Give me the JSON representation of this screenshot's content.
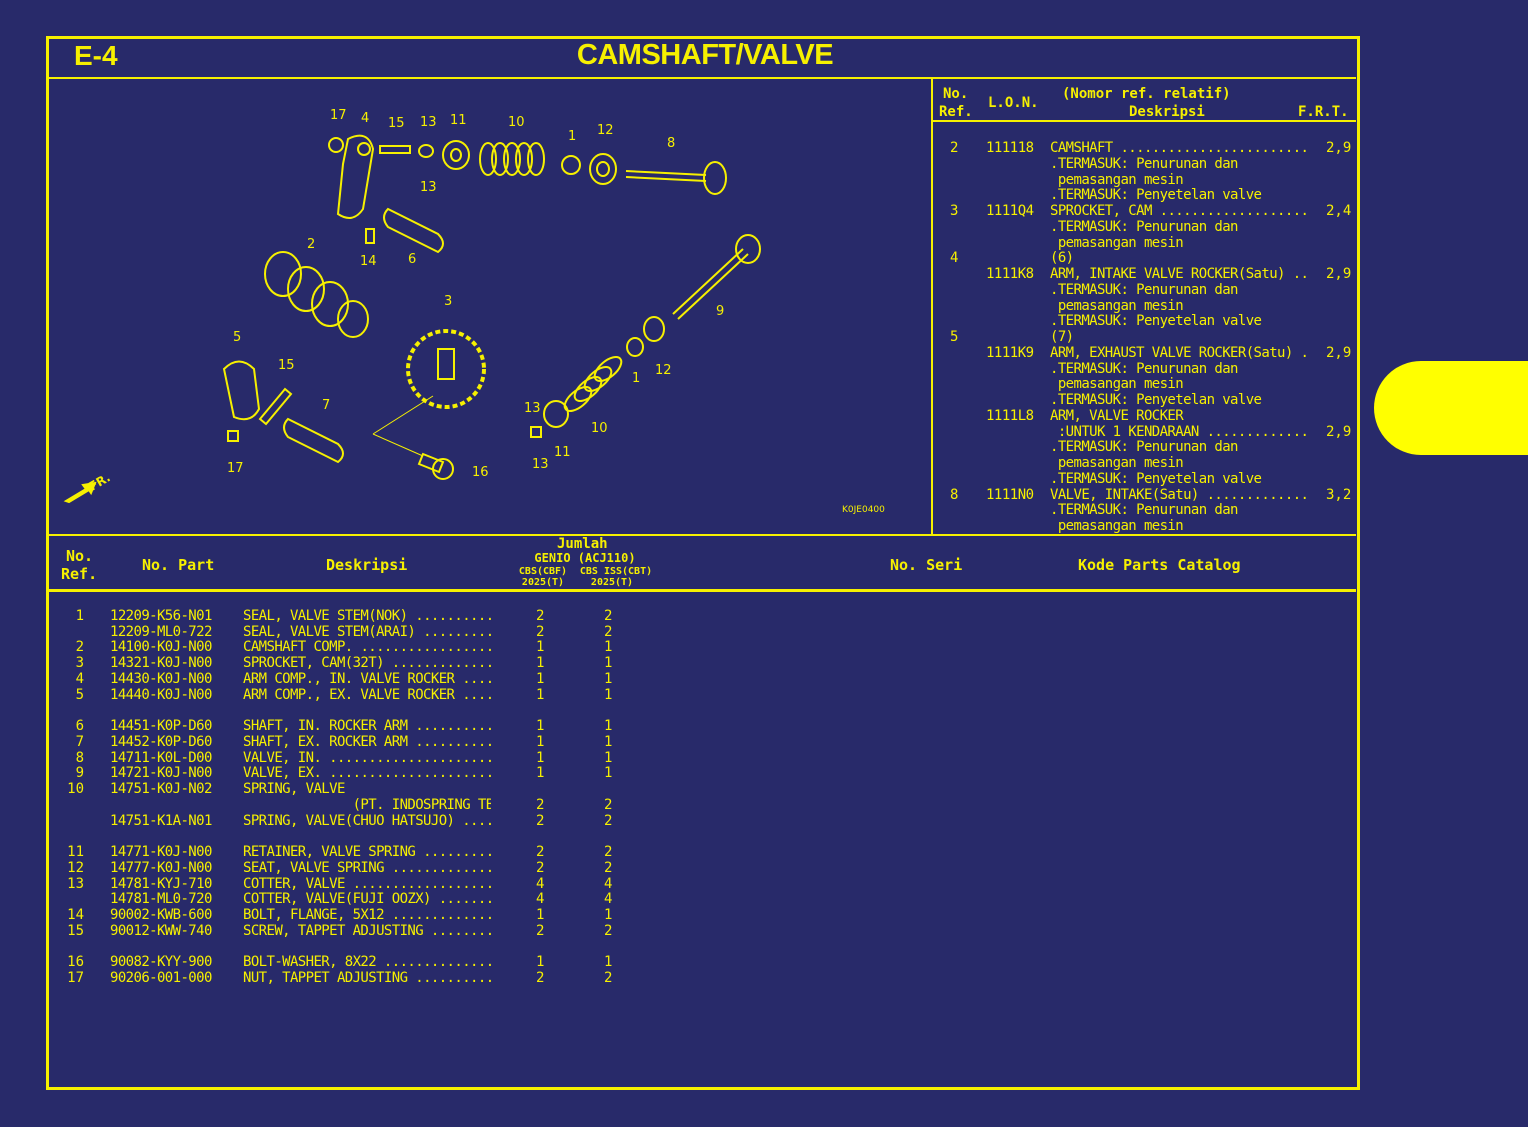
{
  "header": {
    "code": "E-4",
    "title": "CAMSHAFT/VALVE"
  },
  "diagram": {
    "callouts": [
      "17",
      "4",
      "15",
      "13",
      "11",
      "10",
      "1",
      "12",
      "8",
      "13",
      "14",
      "6",
      "2",
      "9",
      "3",
      "5",
      "15",
      "7",
      "17",
      "1",
      "12",
      "13",
      "10",
      "11",
      "13",
      "16"
    ],
    "figure_code": "K0JE0400",
    "front_label": "FR."
  },
  "frt_table": {
    "headers": {
      "ref_1": "No.",
      "ref_2": "Ref.",
      "lon": "L.O.N.",
      "desc_1": "(Nomor ref. relatif)",
      "desc_2": "Deskripsi",
      "frt": "F.R.T."
    },
    "lines": [
      {
        "ref": "2",
        "lon": "111118",
        "desc": "CAMSHAFT",
        "frt": "2,9",
        "lead": true
      },
      {
        "ref": "",
        "lon": "",
        "desc": ".TERMASUK: Penurunan dan",
        "frt": ""
      },
      {
        "ref": "",
        "lon": "",
        "desc": " pemasangan mesin",
        "frt": ""
      },
      {
        "ref": "",
        "lon": "",
        "desc": ".TERMASUK: Penyetelan valve",
        "frt": ""
      },
      {
        "ref": "3",
        "lon": "1111Q4",
        "desc": "SPROCKET, CAM",
        "frt": "2,4",
        "lead": true
      },
      {
        "ref": "",
        "lon": "",
        "desc": ".TERMASUK: Penurunan dan",
        "frt": ""
      },
      {
        "ref": "",
        "lon": "",
        "desc": " pemasangan mesin",
        "frt": ""
      },
      {
        "ref": "4",
        "lon": "",
        "desc": "(6)",
        "frt": ""
      },
      {
        "ref": "",
        "lon": "1111K8",
        "desc": "ARM, INTAKE VALVE ROCKER(Satu)",
        "frt": "2,9",
        "lead": true
      },
      {
        "ref": "",
        "lon": "",
        "desc": ".TERMASUK: Penurunan dan",
        "frt": ""
      },
      {
        "ref": "",
        "lon": "",
        "desc": " pemasangan mesin",
        "frt": ""
      },
      {
        "ref": "",
        "lon": "",
        "desc": ".TERMASUK: Penyetelan valve",
        "frt": ""
      },
      {
        "ref": "5",
        "lon": "",
        "desc": "(7)",
        "frt": ""
      },
      {
        "ref": "",
        "lon": "1111K9",
        "desc": "ARM, EXHAUST VALVE ROCKER(Satu)",
        "frt": "2,9",
        "lead": true
      },
      {
        "ref": "",
        "lon": "",
        "desc": ".TERMASUK: Penurunan dan",
        "frt": ""
      },
      {
        "ref": "",
        "lon": "",
        "desc": " pemasangan mesin",
        "frt": ""
      },
      {
        "ref": "",
        "lon": "",
        "desc": ".TERMASUK: Penyetelan valve",
        "frt": ""
      },
      {
        "ref": "",
        "lon": "1111L8",
        "desc": "ARM, VALVE ROCKER",
        "frt": ""
      },
      {
        "ref": "",
        "lon": "",
        "desc": " :UNTUK 1 KENDARAAN",
        "frt": "2,9",
        "lead": true
      },
      {
        "ref": "",
        "lon": "",
        "desc": ".TERMASUK: Penurunan dan",
        "frt": ""
      },
      {
        "ref": "",
        "lon": "",
        "desc": " pemasangan mesin",
        "frt": ""
      },
      {
        "ref": "",
        "lon": "",
        "desc": ".TERMASUK: Penyetelan valve",
        "frt": ""
      },
      {
        "ref": "8",
        "lon": "1111N0",
        "desc": "VALVE, INTAKE(Satu)",
        "frt": "3,2",
        "lead": true
      },
      {
        "ref": "",
        "lon": "",
        "desc": ".TERMASUK: Penurunan dan",
        "frt": ""
      },
      {
        "ref": "",
        "lon": "",
        "desc": " pemasangan mesin",
        "frt": ""
      }
    ]
  },
  "parts_table": {
    "headers": {
      "ref_1": "No.",
      "ref_2": "Ref.",
      "part": "No. Part",
      "desc": "Deskripsi",
      "qty_title": "Jumlah",
      "model": "GENIO (ACJ110)",
      "col1_type": "CBS(CBF)",
      "col2_type": "CBS ISS(CBT)",
      "col1_year": "2025(T)",
      "col2_year": "2025(T)",
      "serial": "No. Seri",
      "catalog": "Kode Parts Catalog"
    },
    "rows": [
      {
        "ref": "1",
        "part": "12209-K56-N01",
        "desc": "SEAL, VALVE STEM(NOK)",
        "q1": "2",
        "q2": "2",
        "lead": true
      },
      {
        "ref": "",
        "part": "12209-ML0-722",
        "desc": "SEAL, VALVE STEM(ARAI)",
        "q1": "2",
        "q2": "2",
        "lead": true
      },
      {
        "ref": "2",
        "part": "14100-K0J-N00",
        "desc": "CAMSHAFT COMP.",
        "q1": "1",
        "q2": "1",
        "lead": true
      },
      {
        "ref": "3",
        "part": "14321-K0J-N00",
        "desc": "SPROCKET, CAM(32T)",
        "q1": "1",
        "q2": "1",
        "lead": true
      },
      {
        "ref": "4",
        "part": "14430-K0J-N00",
        "desc": "ARM COMP., IN. VALVE ROCKER",
        "q1": "1",
        "q2": "1",
        "lead": true
      },
      {
        "ref": "5",
        "part": "14440-K0J-N00",
        "desc": "ARM COMP., EX. VALVE ROCKER",
        "q1": "1",
        "q2": "1",
        "lead": true
      },
      null,
      {
        "ref": "6",
        "part": "14451-K0P-D60",
        "desc": "SHAFT, IN. ROCKER ARM",
        "q1": "1",
        "q2": "1",
        "lead": true
      },
      {
        "ref": "7",
        "part": "14452-K0P-D60",
        "desc": "SHAFT, EX. ROCKER ARM",
        "q1": "1",
        "q2": "1",
        "lead": true
      },
      {
        "ref": "8",
        "part": "14711-K0L-D00",
        "desc": "VALVE, IN.",
        "q1": "1",
        "q2": "1",
        "lead": true
      },
      {
        "ref": "9",
        "part": "14721-K0J-N00",
        "desc": "VALVE, EX.",
        "q1": "1",
        "q2": "1",
        "lead": true
      },
      {
        "ref": "10",
        "part": "14751-K0J-N02",
        "desc": "SPRING, VALVE",
        "q1": "",
        "q2": ""
      },
      {
        "ref": "",
        "part": "",
        "desc": "              (PT. INDOSPRING TBK.)",
        "q1": "2",
        "q2": "2"
      },
      {
        "ref": "",
        "part": "14751-K1A-N01",
        "desc": "SPRING, VALVE(CHUO HATSUJO)",
        "q1": "2",
        "q2": "2",
        "lead": true
      },
      null,
      {
        "ref": "11",
        "part": "14771-K0J-N00",
        "desc": "RETAINER, VALVE SPRING",
        "q1": "2",
        "q2": "2",
        "lead": true
      },
      {
        "ref": "12",
        "part": "14777-K0J-N00",
        "desc": "SEAT, VALVE SPRING",
        "q1": "2",
        "q2": "2",
        "lead": true
      },
      {
        "ref": "13",
        "part": "14781-KYJ-710",
        "desc": "COTTER, VALVE",
        "q1": "4",
        "q2": "4",
        "lead": true
      },
      {
        "ref": "",
        "part": "14781-ML0-720",
        "desc": "COTTER, VALVE(FUJI OOZX)",
        "q1": "4",
        "q2": "4",
        "lead": true
      },
      {
        "ref": "14",
        "part": "90002-KWB-600",
        "desc": "BOLT, FLANGE, 5X12",
        "q1": "1",
        "q2": "1",
        "lead": true
      },
      {
        "ref": "15",
        "part": "90012-KWW-740",
        "desc": "SCREW, TAPPET ADJUSTING",
        "q1": "2",
        "q2": "2",
        "lead": true
      },
      null,
      {
        "ref": "16",
        "part": "90082-KYY-900",
        "desc": "BOLT-WASHER, 8X22",
        "q1": "1",
        "q2": "1",
        "lead": true
      },
      {
        "ref": "17",
        "part": "90206-001-000",
        "desc": "NUT, TAPPET ADJUSTING",
        "q1": "2",
        "q2": "2",
        "lead": true
      }
    ]
  },
  "colors": {
    "background": "#282a6a",
    "accent": "#f6f000",
    "tab": "#ffff00"
  }
}
